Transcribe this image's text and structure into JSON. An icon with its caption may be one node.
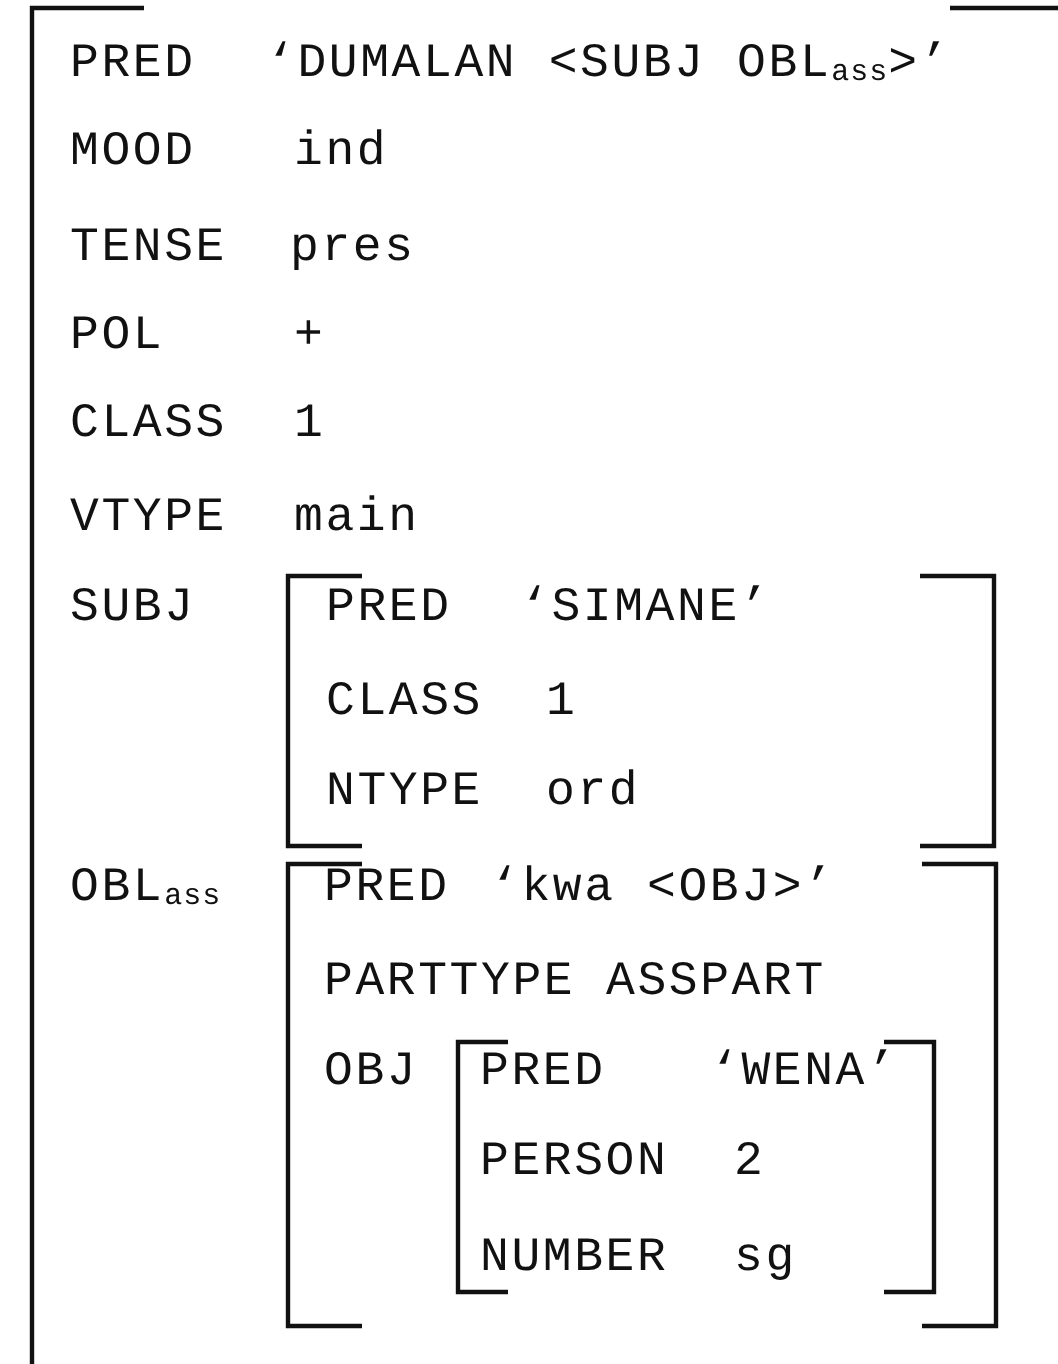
{
  "diagram": {
    "nodes": [
      {
        "text": [
          "PRED",
          "‘DUMALAN <SUBJ OBL$_{ass}$>’",
          "MOOD",
          "ind",
          "TENSE",
          "pres",
          "POL",
          "+",
          "CLASS",
          "1",
          "VTYPE",
          "main",
          "SUBJ",
          "OBL$_{ass}$"
        ]
      },
      {
        "text": [
          "PRED",
          "‘SIMANE’",
          "CLASS",
          "1",
          "NTYPE",
          "ord"
        ],
        "in": 0
      },
      {
        "text": [
          "PRED",
          "‘kwa <OBJ>’",
          "PARTTYPE",
          "ASSPART",
          "OBJ"
        ],
        "in": 0
      },
      {
        "text": [
          "PRED",
          "‘WENA’",
          "PERSON",
          "2",
          "NUMBER",
          "sg"
        ],
        "in": 2
      }
    ]
  }
}
